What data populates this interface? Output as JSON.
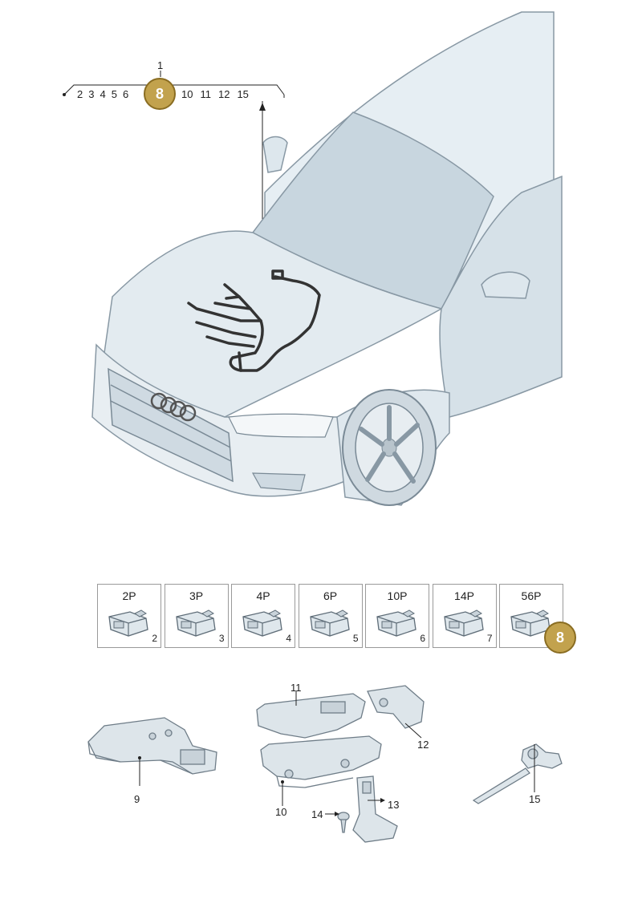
{
  "header": {
    "top_number": "1",
    "left_numbers": [
      "2",
      "3",
      "4",
      "5",
      "6"
    ],
    "badge": "8",
    "right_numbers": [
      "10",
      "11",
      "12",
      "15"
    ]
  },
  "connectors": [
    {
      "label": "2P",
      "number": "2"
    },
    {
      "label": "3P",
      "number": "3"
    },
    {
      "label": "4P",
      "number": "4"
    },
    {
      "label": "6P",
      "number": "5"
    },
    {
      "label": "10P",
      "number": "6"
    },
    {
      "label": "14P",
      "number": "7"
    },
    {
      "label": "56P",
      "number": "8"
    }
  ],
  "connector_badge": "8",
  "parts": {
    "p9": "9",
    "p10": "10",
    "p11": "11",
    "p12": "12",
    "p13": "13",
    "p14": "14",
    "p15": "15"
  },
  "colors": {
    "badge": "#c2a24d",
    "car_fill": "#dce6ec",
    "car_stroke": "#8898a4"
  }
}
